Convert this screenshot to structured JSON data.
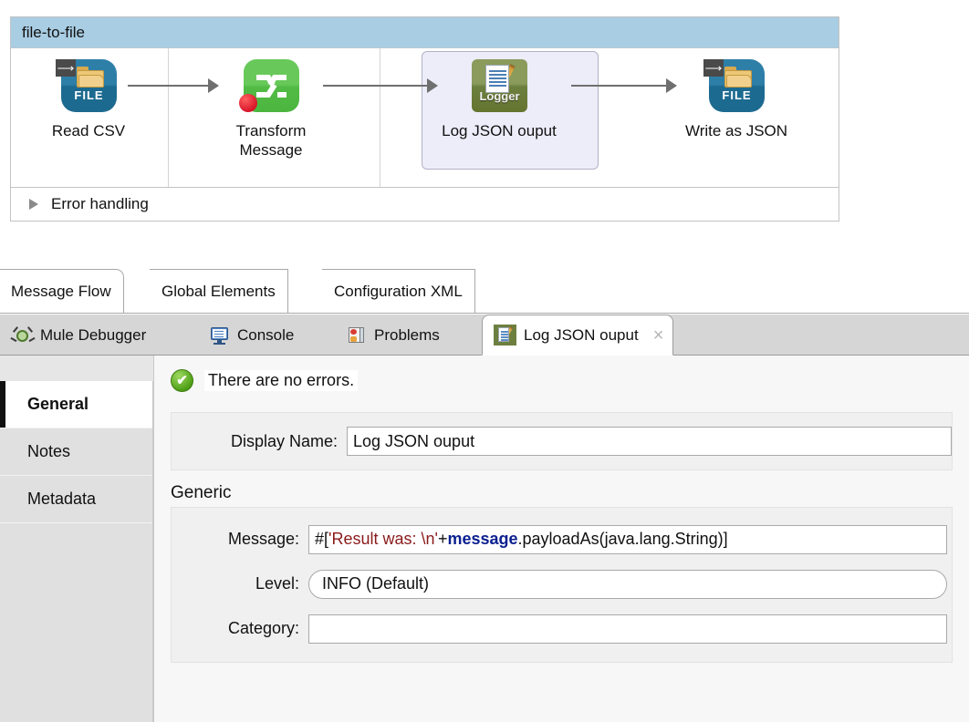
{
  "canvas": {
    "flow_name": "file-to-file",
    "nodes": [
      {
        "label": "Read CSV",
        "icon": "file-icon",
        "badge_text": "FILE",
        "selected": false
      },
      {
        "label": "Transform\nMessage",
        "icon": "transform-icon",
        "badge_text": "",
        "selected": false
      },
      {
        "label": "Log JSON ouput",
        "icon": "logger-icon",
        "badge_text": "Logger",
        "selected": true
      },
      {
        "label": "Write as JSON",
        "icon": "file-icon",
        "badge_text": "FILE",
        "selected": false
      }
    ],
    "node_labels": {
      "n1": "Read CSV",
      "n2_line1": "Transform",
      "n2_line2": "Message",
      "n3": "Log JSON ouput",
      "n4": "Write as JSON"
    },
    "error_handling_label": "Error handling",
    "selection_color": "#edecf9",
    "header_color": "#a9cde3"
  },
  "editor_tabs": [
    {
      "label": "Message Flow",
      "active": true
    },
    {
      "label": "Global Elements",
      "active": false
    },
    {
      "label": "Configuration XML",
      "active": false
    }
  ],
  "view_tabs": [
    {
      "label": "Mule Debugger",
      "icon": "bug-icon",
      "active": false
    },
    {
      "label": "Console",
      "icon": "console-icon",
      "active": false
    },
    {
      "label": "Problems",
      "icon": "problems-icon",
      "active": false
    },
    {
      "label": "Log JSON ouput",
      "icon": "logger-icon",
      "active": true,
      "close": "×"
    }
  ],
  "properties": {
    "sidebar": [
      {
        "label": "General",
        "active": true
      },
      {
        "label": "Notes",
        "active": false
      },
      {
        "label": "Metadata",
        "active": false
      }
    ],
    "status": {
      "icon": "success-check-icon",
      "text": "There are no errors.",
      "glyph": "✔"
    },
    "display_name": {
      "label": "Display Name:",
      "value": "Log JSON ouput"
    },
    "section": {
      "title": "Generic",
      "message": {
        "label": "Message:",
        "value": "#['Result was: \\n' + message.payloadAs(java.lang.String)]",
        "tokens": {
          "prefix": "#[",
          "string": "'Result was: \\n'",
          "plus": " + ",
          "keyword": "message",
          "suffix": ".payloadAs(java.lang.String)]"
        }
      },
      "level": {
        "label": "Level:",
        "value": "INFO (Default)"
      },
      "category": {
        "label": "Category:",
        "value": ""
      }
    }
  }
}
